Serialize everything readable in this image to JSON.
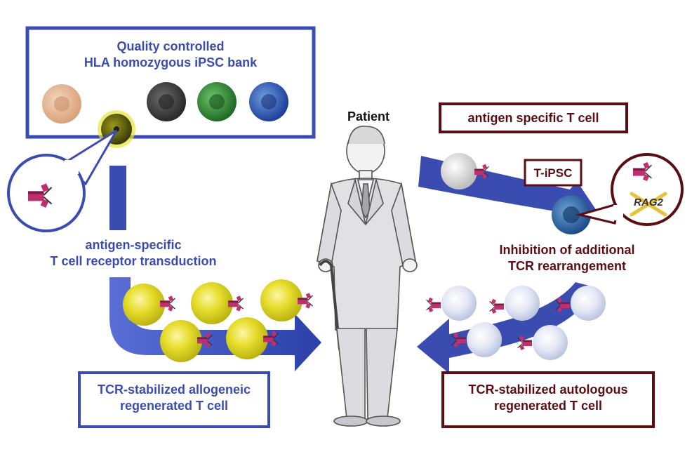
{
  "left_panel": {
    "bank_title_line1": "Quality controlled",
    "bank_title_line2": "HLA homozygous iPSC bank",
    "transduction_line1": "antigen-specific",
    "transduction_line2": "T cell receptor transduction",
    "result_line1": "TCR-stabilized allogeneic",
    "result_line2": "regenerated T cell"
  },
  "center": {
    "patient_label": "Patient"
  },
  "right_panel": {
    "antigen_label": "antigen specific T cell",
    "tipsc_label": "T-iPSC",
    "rag_label": "RAG2",
    "inhibition_line1": "Inhibition of additional",
    "inhibition_line2": "TCR rearrangement",
    "result_line1": "TCR-stabilized autologous",
    "result_line2": "regenerated T cell"
  },
  "colors": {
    "blue_accent": "#3b4cb0",
    "maroon_accent": "#5a0d12",
    "yellow_cell": "#e6dc2a",
    "tcr_magenta": "#c0306e"
  }
}
